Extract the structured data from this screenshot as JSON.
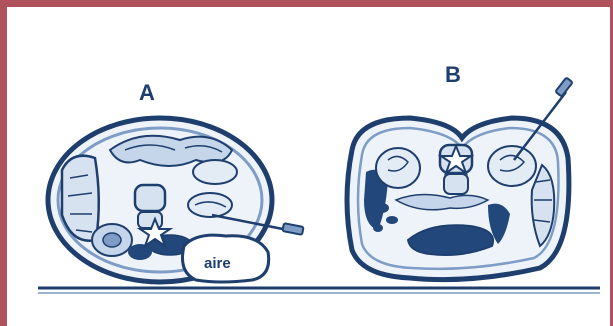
{
  "figure": {
    "panel_a_label": "A",
    "panel_b_label": "B",
    "air_label": "aire"
  },
  "colors": {
    "frame": "#b0525c",
    "ink": "#1e3e6e",
    "fill_light": "#d6e2f0",
    "fill_mid": "#7d9cc6",
    "fill_dark": "#22477a"
  },
  "icons": [
    "needle-icon",
    "star-marker-icon"
  ]
}
